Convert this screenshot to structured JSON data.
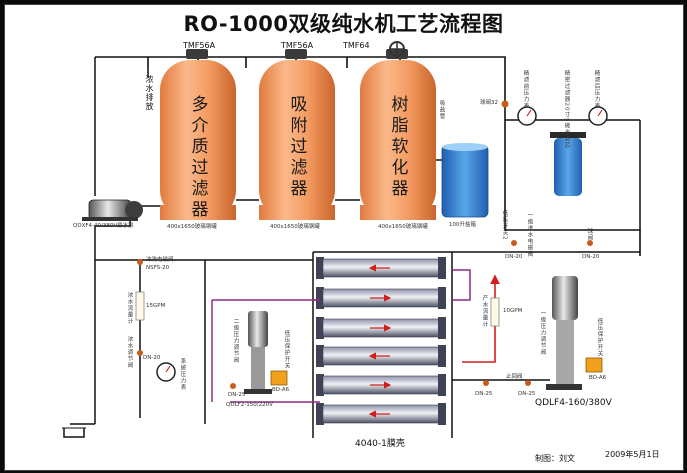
{
  "title": "RO-1000双级纯水机工艺流程图",
  "colors": {
    "tank": "#f29a62",
    "pipe": "#111111",
    "flow": "#d21d1d",
    "concentrate": "#8a2c86",
    "water": "#2f7fd0",
    "membrane": "#5b5f73"
  },
  "tanks": [
    {
      "label": "多介质过滤器",
      "valve": "TMF56A",
      "spec": "400x1650玻璃钢罐"
    },
    {
      "label": "吸附过滤器",
      "valve": "TMF56A",
      "spec": "400x1650玻璃钢罐"
    },
    {
      "label": "树脂软化器",
      "valve": "TMF64",
      "spec": "400x1650玻璃钢罐"
    }
  ],
  "labels": {
    "concentrate_drain": "浓水排放",
    "raw_pump": "QDXF4-40/380V原水泵",
    "brine": "吸盐管",
    "brine_tank": "100升盐箱",
    "ball_valve": "球阀32",
    "gauge1": "精滤前压力表",
    "filter": "精密过滤器20寸5微米滤芯",
    "gauge2": "精滤后压力表",
    "low_switch": "低压开关2",
    "inlet_valve": "一级进水电磁阀",
    "dn20_a": "DN-20",
    "dn20_b": "DN-20",
    "ball_valve2": "球阀",
    "flush_valve": "冲洗电磁阀",
    "flush_model": "NSFS-20",
    "conc_meter": "浓水流量计",
    "gpm15": "15GPM",
    "conc_adj": "浓水调节阀",
    "dn20_c": "DN-20",
    "sys_gauge": "系统压力表",
    "prod_meter": "产水流量计",
    "gpm10": "10GPM",
    "pump2_adj": "二级压力调节阀",
    "low_protect": "低压保护开关",
    "dn25_a": "DN-25",
    "check_valve": "止回阀",
    "dn25_b": "DN-25",
    "pump1_adj": "一级压力调节阀",
    "low_protect2": "低压保护开关",
    "pump_small": "QDLF2-150/220V",
    "bd_a": "BD-A6",
    "bd_b": "BD-A6",
    "dn25_c": "DN-25",
    "pump_large": "QDLF4-160/380V",
    "membrane": "4040-1膜壳",
    "drafter": "制图：刘文",
    "date": "2009年5月1日"
  }
}
